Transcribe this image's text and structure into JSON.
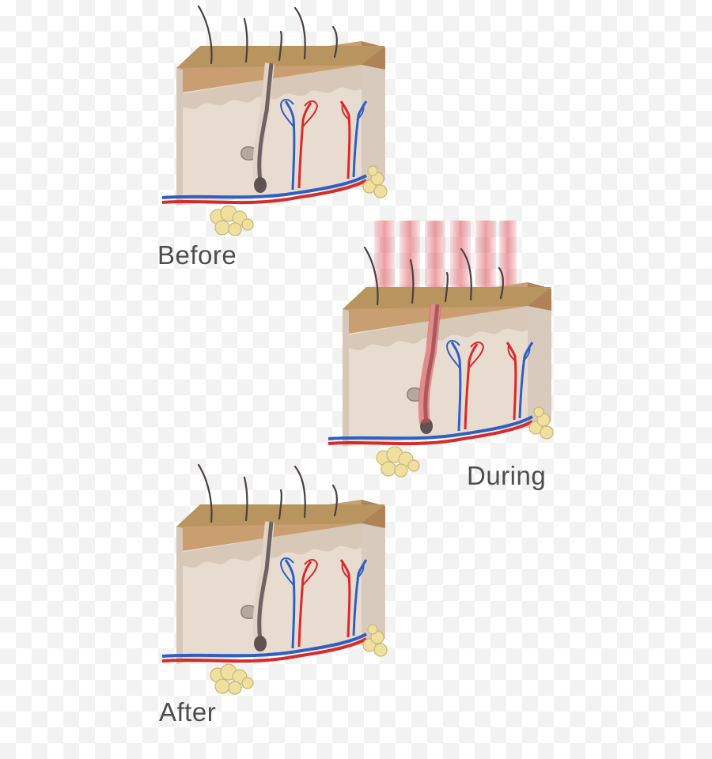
{
  "panels": [
    {
      "id": "before",
      "label": "Before",
      "laser": false
    },
    {
      "id": "during",
      "label": "During",
      "laser": true
    },
    {
      "id": "after",
      "label": "After",
      "laser": false
    }
  ],
  "colors": {
    "epidermis_top": "#b8955f",
    "epidermis_front": "#c99e70",
    "dermis": "#e8dcd0",
    "artery": "#d92a2a",
    "vein": "#2f5fc4",
    "hair": "#4a4040",
    "fat": "#efe0a0",
    "laser": "#e0505a"
  }
}
